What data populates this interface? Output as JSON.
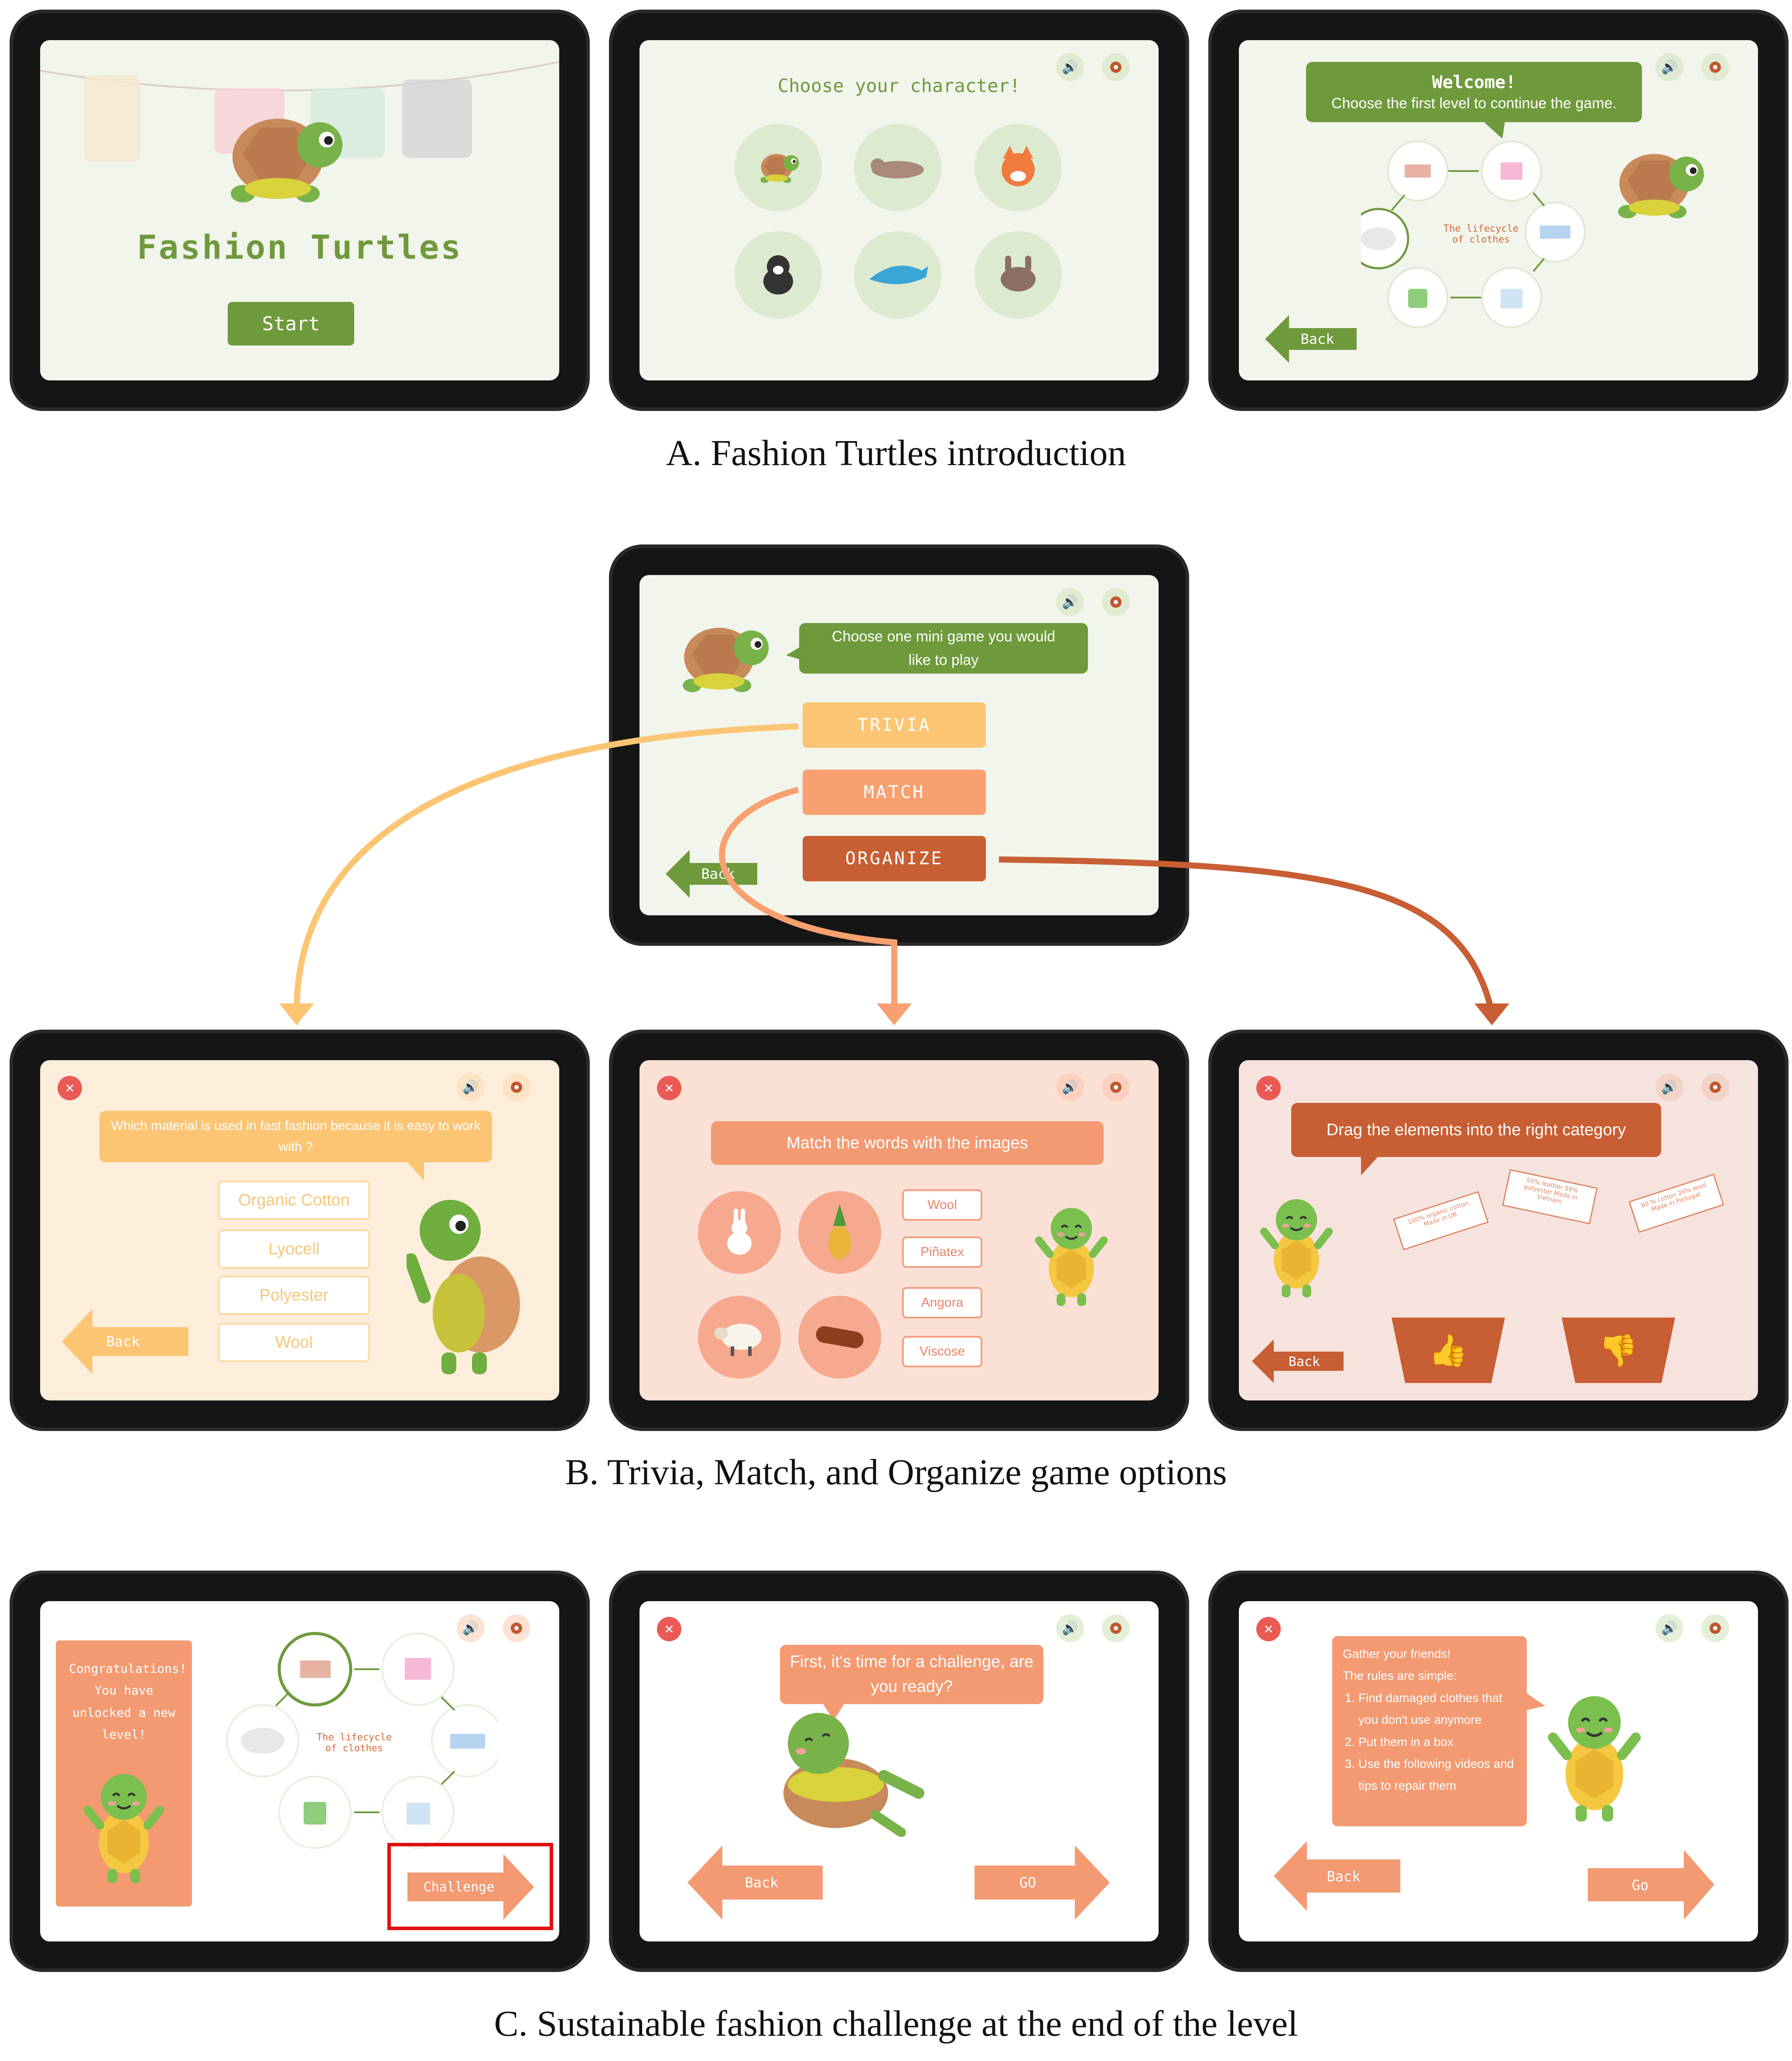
{
  "colors": {
    "green": "#6f9a3c",
    "yellow": "#fcc574",
    "orange": "#f9a070",
    "rust": "#c85e33",
    "salmon": "#f39a72",
    "red_frame": "#e01010"
  },
  "icons": {
    "sound": "speaker-icon",
    "settings": "gear-icon",
    "close": "close-icon",
    "thumbs_up": "thumbs-up-icon",
    "thumbs_down": "thumbs-down-icon"
  },
  "sections": {
    "a": {
      "caption": "A. Fashion Turtles introduction",
      "title_screen": {
        "title": "Fashion Turtles",
        "start_label": "Start"
      },
      "character_screen": {
        "heading": "Choose your character!"
      },
      "level_screen": {
        "welcome_title": "Welcome!",
        "welcome_text": "Choose the  first level to  continue the game.",
        "lifecycle_label": "The lifecycle of clothes",
        "back_label": "Back"
      }
    },
    "b": {
      "caption": "B. Trivia, Match, and Organize game options",
      "menu": {
        "prompt": "Choose one mini game you would like to play",
        "trivia_label": "TRIVIA",
        "match_label": "MATCH",
        "organize_label": "ORGANIZE",
        "back_label": "Back"
      },
      "trivia": {
        "question": "Which material is used in fast fashion because it is easy to work with ?",
        "options": [
          "Organic Cotton",
          "Lyocell",
          "Polyester",
          "Wool"
        ],
        "back_label": "Back"
      },
      "match": {
        "prompt": "Match the words with the images",
        "words": [
          "Wool",
          "Piñatex",
          "Angora",
          "Viscose"
        ]
      },
      "organize": {
        "prompt": "Drag the elements into the right category",
        "labels": [
          "100% organic cotton Made in UK",
          "50% leather 50% polyester Made in Vietnam",
          "80 % cotton 20% wool Made in Portugal"
        ],
        "back_label": "Back"
      }
    },
    "c": {
      "caption": "C. Sustainable fashion challenge at the end of the level",
      "congrats": {
        "message": "Congratulations! You have unlocked a new level!",
        "lifecycle_label": "The lifecycle of clothes",
        "challenge_label": "Challenge"
      },
      "ready": {
        "question": "First, it's time for a challenge, are you ready?",
        "back_label": "Back",
        "go_label": "GO"
      },
      "rules": {
        "intro": "Gather your friends!",
        "rules_title": "The rules are simple:",
        "rules": [
          "Find damaged clothes that you don't use anymore",
          "Put them in a box",
          "Use the following videos and tips to repair them"
        ],
        "back_label": "Back",
        "go_label": "Go"
      }
    }
  }
}
